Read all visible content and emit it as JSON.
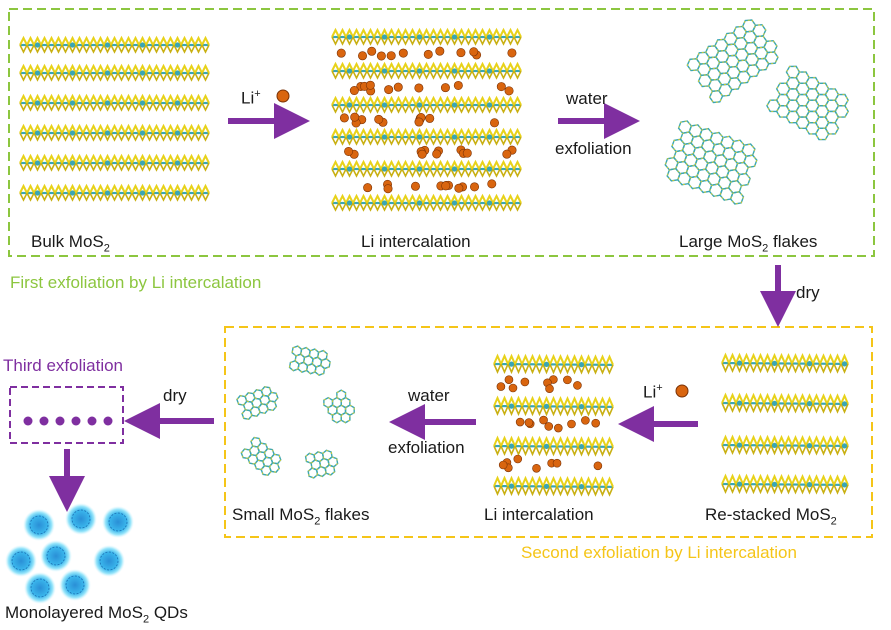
{
  "stage1": {
    "caption": "First exfoliation by Li intercalation",
    "bulk_label": "Bulk MoS",
    "bulk_sub": "2",
    "li_label": "Li",
    "li_sup": "+",
    "intercalation_label": "Li intercalation",
    "water_label": "water",
    "exfoliation_label": "exfoliation",
    "large_label_a": "Large MoS",
    "large_label_sub": "2",
    "large_label_b": " flakes"
  },
  "dry_label_1": "dry",
  "stage2": {
    "caption": "Second exfoliation by Li intercalation",
    "restacked_label": "Re-stacked MoS",
    "restacked_sub": "2",
    "li_label": "Li",
    "li_sup": "+",
    "intercalation_label": "Li intercalation",
    "water_label": "water",
    "exfoliation_label": "exfoliation",
    "small_label_a": "Small MoS",
    "small_label_sub": "2",
    "small_label_b": " flakes"
  },
  "stage3": {
    "caption": "Third exfoliation",
    "dry_label": "dry",
    "qd_label_a": "Monolayered MoS",
    "qd_label_sub": "2",
    "qd_label_b": " QDs"
  },
  "colors": {
    "green_box": "#8cc63f",
    "yellow_box": "#f5c518",
    "purple": "#7f2fa0",
    "sulfur": "#e8d21a",
    "molybdenum": "#3aa6b3",
    "lithium": "#d9650f",
    "qd_glow": "#59d6f5"
  }
}
